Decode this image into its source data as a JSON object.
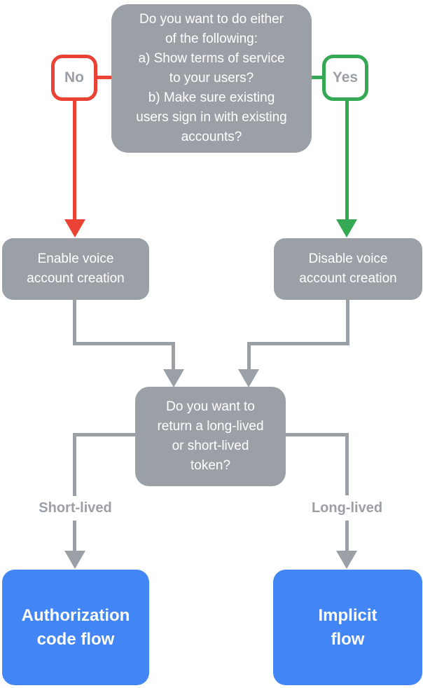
{
  "colors": {
    "node_gray": "#9AA0A6",
    "no_branch_red": "#EA4335",
    "yes_branch_green": "#34A853",
    "result_blue": "#4285F4",
    "node_text_white": "#FFFFFF",
    "muted_label_gray": "#9AA0A6",
    "badge_background": "#FFFFFF"
  },
  "nodes": {
    "root_question": {
      "text": "Do you want to do either\nof the following:\na) Show terms of service\nto your users?\nb) Make sure existing\nusers sign in with existing\naccounts?"
    },
    "no_badge": {
      "label": "No"
    },
    "yes_badge": {
      "label": "Yes"
    },
    "enable_action": {
      "text": "Enable voice\naccount creation"
    },
    "disable_action": {
      "text": "Disable voice\naccount creation"
    },
    "token_question": {
      "text": "Do you want to\nreturn a long-lived\nor short-lived\ntoken?"
    },
    "short_lived_label": {
      "text": "Short-lived"
    },
    "long_lived_label": {
      "text": "Long-lived"
    },
    "authorization_result": {
      "text": "Authorization\ncode flow"
    },
    "implicit_result": {
      "text": "Implicit\nflow"
    }
  }
}
